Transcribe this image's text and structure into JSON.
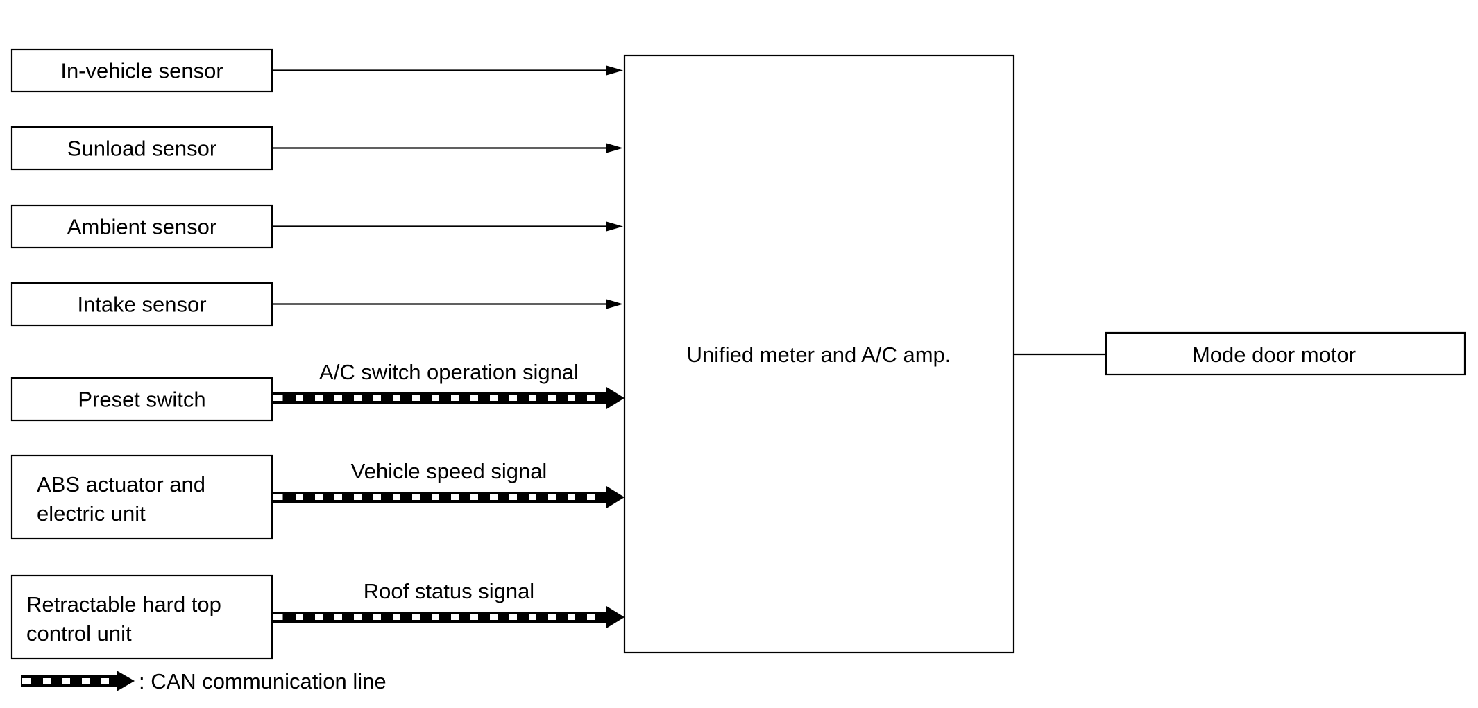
{
  "inputs": [
    {
      "lines": [
        "In-vehicle sensor"
      ],
      "link": "signal",
      "signal": ""
    },
    {
      "lines": [
        "Sunload sensor"
      ],
      "link": "signal",
      "signal": ""
    },
    {
      "lines": [
        "Ambient sensor"
      ],
      "link": "signal",
      "signal": ""
    },
    {
      "lines": [
        "Intake sensor"
      ],
      "link": "signal",
      "signal": ""
    },
    {
      "lines": [
        "Preset switch"
      ],
      "link": "can",
      "signal": "A/C switch operation signal"
    },
    {
      "lines": [
        "ABS actuator and",
        "electric unit"
      ],
      "link": "can",
      "signal": "Vehicle speed signal"
    },
    {
      "lines": [
        "Retractable hard top",
        "control unit"
      ],
      "link": "can",
      "signal": "Roof status signal"
    }
  ],
  "controller": {
    "label": "Unified meter and A/C amp."
  },
  "output": {
    "label": "Mode door motor"
  },
  "legend": {
    "label": ": CAN communication line"
  }
}
